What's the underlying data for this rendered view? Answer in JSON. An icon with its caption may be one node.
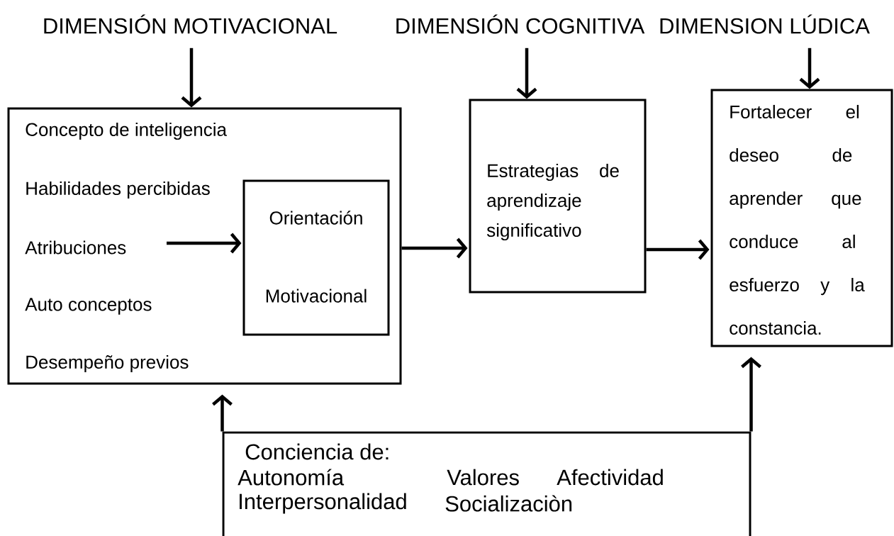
{
  "diagram": {
    "nodes": [
      {
        "text": [
          "DIMENSIÓN MOTIVACIONAL"
        ]
      },
      {
        "text": [
          "DIMENSIÓN COGNITIVA"
        ]
      },
      {
        "text": [
          "DIMENSION LÚDICA"
        ]
      },
      {
        "text": [
          "Concepto de inteligencia",
          "Habilidades percibidas",
          "Atribuciones",
          "Auto conceptos",
          "Desempeño previos"
        ]
      },
      {
        "text": [
          "Orientación Motivacional"
        ],
        "in": 3
      },
      {
        "text": [
          "Estrategias de aprendizaje significativo"
        ]
      },
      {
        "text": [
          "Fortalecer el deseo de aprender que conduce al esfuerzo y la constancia."
        ]
      },
      {
        "text": [
          "Conciencia de:",
          "Autonomía",
          "Valores",
          "Afectividad",
          "Interpersonalidad",
          "Socializaciòn"
        ]
      }
    ],
    "edges": [
      {
        "from": 0,
        "to": 3,
        "arrow": "to"
      },
      {
        "from": 1,
        "to": 5,
        "arrow": "to"
      },
      {
        "from": 2,
        "to": 6,
        "arrow": "to"
      },
      {
        "from": null,
        "to": 4,
        "arrow": "to"
      },
      {
        "from": 3,
        "to": 5,
        "arrow": "to"
      },
      {
        "from": 5,
        "to": 6,
        "arrow": "to"
      },
      {
        "from": 7,
        "to": 3,
        "arrow": "to"
      },
      {
        "from": 7,
        "to": 6,
        "arrow": "to"
      }
    ]
  }
}
